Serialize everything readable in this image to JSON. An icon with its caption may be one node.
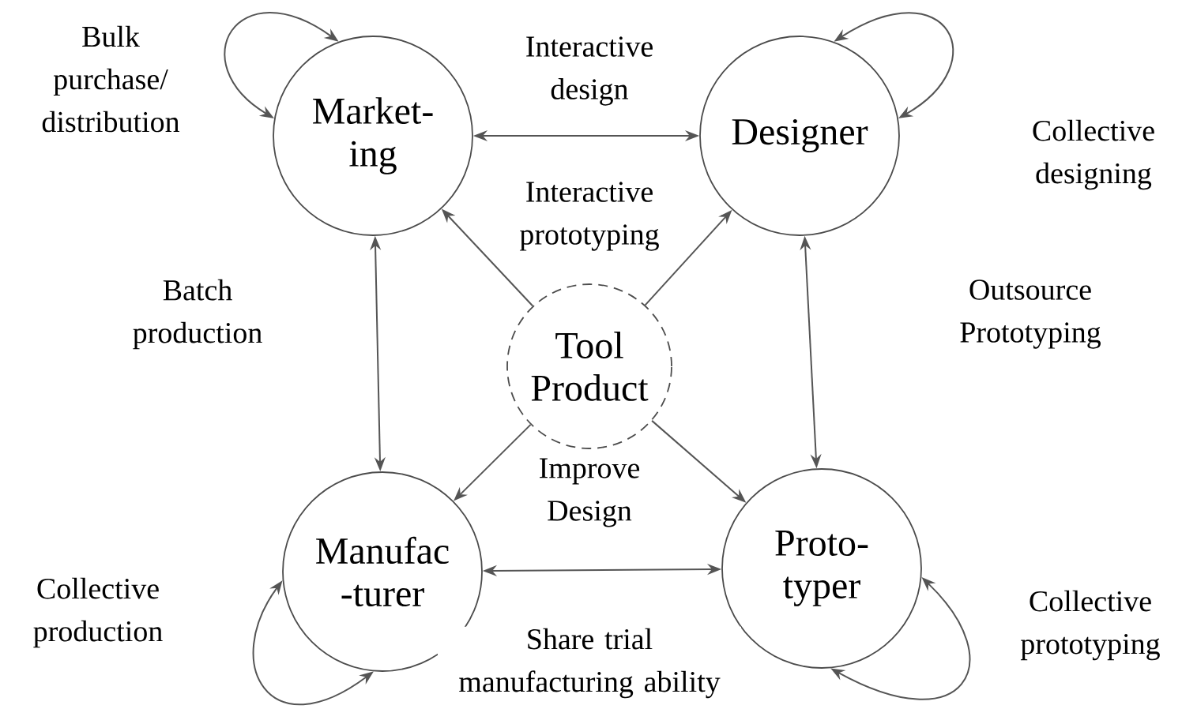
{
  "diagram": {
    "nodes": [
      {
        "text": [
          "Market- ing"
        ]
      },
      {
        "text": [
          "Designer"
        ]
      },
      {
        "text": [
          "Manufac -turer"
        ]
      },
      {
        "text": [
          "Proto- typer"
        ]
      },
      {
        "text": [
          "Tool Product"
        ]
      }
    ],
    "edges": [
      {
        "from": 0,
        "to": 1,
        "arrow": "both",
        "label": "Interactive design"
      },
      {
        "from": 0,
        "to": 2,
        "arrow": "both",
        "label": "Batch production"
      },
      {
        "from": 1,
        "to": 3,
        "arrow": "both",
        "label": "Outsource Prototyping"
      },
      {
        "from": 2,
        "to": 3,
        "arrow": "both",
        "label": "Share trial manufacturing ability"
      },
      {
        "from": 4,
        "to": 0,
        "arrow": "to"
      },
      {
        "from": 4,
        "to": 1,
        "arrow": "to"
      },
      {
        "from": 4,
        "to": 2,
        "arrow": "to"
      },
      {
        "from": 4,
        "to": 3,
        "arrow": "to"
      },
      {
        "from": 0,
        "to": 0,
        "arrow": "both",
        "label": "Bulk purchase/ distribution"
      },
      {
        "from": 1,
        "to": 1,
        "arrow": "both",
        "label": "Collective designing"
      },
      {
        "from": 2,
        "to": 2,
        "arrow": "both",
        "label": "Collective production"
      },
      {
        "from": 3,
        "to": 3,
        "arrow": "both",
        "label": "Collective prototyping"
      }
    ],
    "labels": [
      "Interactive prototyping",
      "Improve Design"
    ]
  }
}
